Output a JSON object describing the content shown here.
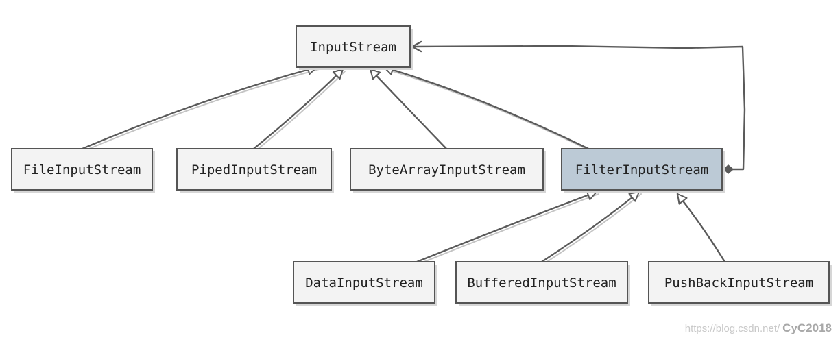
{
  "diagram": {
    "nodes": [
      {
        "id": "input_stream",
        "label": "InputStream",
        "highlighted": false
      },
      {
        "id": "file_input_stream",
        "label": "FileInputStream",
        "highlighted": false
      },
      {
        "id": "piped_input_stream",
        "label": "PipedInputStream",
        "highlighted": false
      },
      {
        "id": "byte_array_input_stream",
        "label": "ByteArrayInputStream",
        "highlighted": false
      },
      {
        "id": "filter_input_stream",
        "label": "FilterInputStream",
        "highlighted": true
      },
      {
        "id": "data_input_stream",
        "label": "DataInputStream",
        "highlighted": false
      },
      {
        "id": "buffered_input_stream",
        "label": "BufferedInputStream",
        "highlighted": false
      },
      {
        "id": "pushback_input_stream",
        "label": "PushBackInputStream",
        "highlighted": false
      }
    ],
    "edges": [
      {
        "from": "file_input_stream",
        "to": "input_stream",
        "kind": "inheritance"
      },
      {
        "from": "piped_input_stream",
        "to": "input_stream",
        "kind": "inheritance"
      },
      {
        "from": "byte_array_input_stream",
        "to": "input_stream",
        "kind": "inheritance"
      },
      {
        "from": "filter_input_stream",
        "to": "input_stream",
        "kind": "inheritance"
      },
      {
        "from": "data_input_stream",
        "to": "filter_input_stream",
        "kind": "inheritance"
      },
      {
        "from": "buffered_input_stream",
        "to": "filter_input_stream",
        "kind": "inheritance"
      },
      {
        "from": "pushback_input_stream",
        "to": "filter_input_stream",
        "kind": "inheritance"
      },
      {
        "from": "filter_input_stream",
        "to": "input_stream",
        "kind": "composition"
      }
    ],
    "colors": {
      "node_fill": "#f3f3f3",
      "node_highlight_fill": "#bccad6",
      "line": "#5a5a5a"
    }
  },
  "watermark": {
    "url_text": "https://blog.csdn.net/",
    "logo_text": "CyC2018"
  }
}
